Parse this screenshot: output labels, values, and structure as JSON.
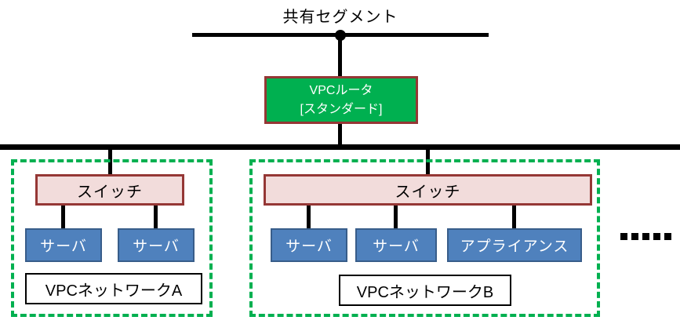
{
  "title": "共有セグメント",
  "router": {
    "name": "VPCルータ",
    "plan": "[スタンダード]"
  },
  "networks": [
    {
      "label": "VPCネットワークA",
      "switch_label": "スイッチ",
      "nodes": [
        "サーバ",
        "サーバ"
      ]
    },
    {
      "label": "VPCネットワークB",
      "switch_label": "スイッチ",
      "nodes": [
        "サーバ",
        "サーバ",
        "アプライアンス"
      ]
    }
  ],
  "ellipsis": {
    "dot_count": 5
  },
  "colors": {
    "router_fill": "#00B050",
    "router_border": "#953735",
    "switch_fill": "#F2DCDB",
    "switch_border": "#953735",
    "node_fill": "#4F81BD",
    "node_border": "#385D8A",
    "network_dash": "#00B050",
    "line": "#000000"
  }
}
